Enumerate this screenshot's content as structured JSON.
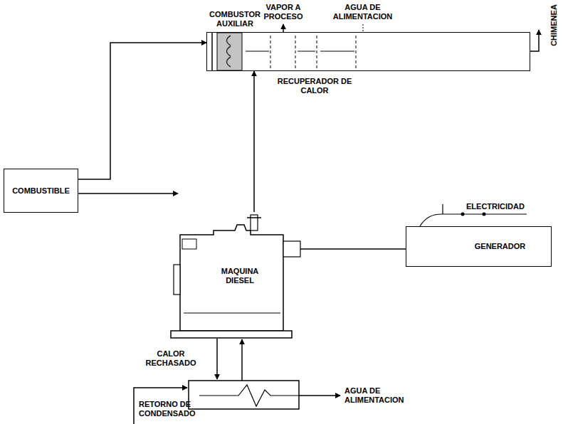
{
  "diagram": {
    "nodes": [
      {
        "text": [
          "RECUPERADOR DE CALOR"
        ]
      },
      {
        "text": [
          "COMBUSTIBLE"
        ]
      },
      {
        "text": [
          "MAQUINA DIESEL"
        ]
      },
      {
        "text": [
          "GENERADOR"
        ]
      }
    ],
    "edges": [
      {
        "from": 1,
        "to": 0,
        "arrow": "to"
      },
      {
        "from": 1,
        "to": 2,
        "arrow": "to"
      },
      {
        "from": 2,
        "to": 0,
        "arrow": "to"
      },
      {
        "from": 2,
        "to": 3,
        "arrow": "none"
      }
    ],
    "labels": [
      "COMBUSTOR AUXILIAR",
      "VAPOR A PROCESO",
      "AGUA DE ALIMENTACION",
      "CHIMENEA",
      "ELECTRICIDAD",
      "CALOR RECHASADO",
      "AGUA DE ALIMENTACION",
      "RETORNO DE CONDENSADO"
    ]
  }
}
